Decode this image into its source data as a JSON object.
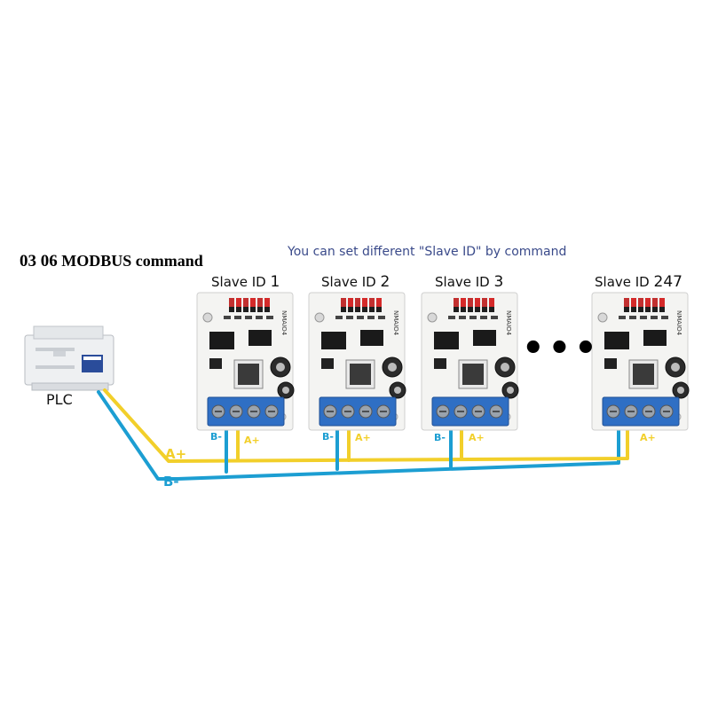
{
  "title": {
    "prefix": "03 06",
    "rest": "MODBUS command"
  },
  "subtitle": "You can set different \"Slave ID\" by command",
  "plc": {
    "label": "PLC"
  },
  "slaves": [
    {
      "label": "Slave ID",
      "id": "1"
    },
    {
      "label": "Slave ID",
      "id": "2"
    },
    {
      "label": "Slave ID",
      "id": "3"
    },
    {
      "label": "Slave ID",
      "id": "247"
    }
  ],
  "ellipsis": "•••",
  "wires": {
    "a_label": "A+",
    "b_label": "B-",
    "a_color": "#f2cf2a",
    "b_color": "#1c9ed2"
  },
  "board": {
    "silkscreen": "NMAIO4",
    "terminal_color": "#2f6fc4"
  }
}
